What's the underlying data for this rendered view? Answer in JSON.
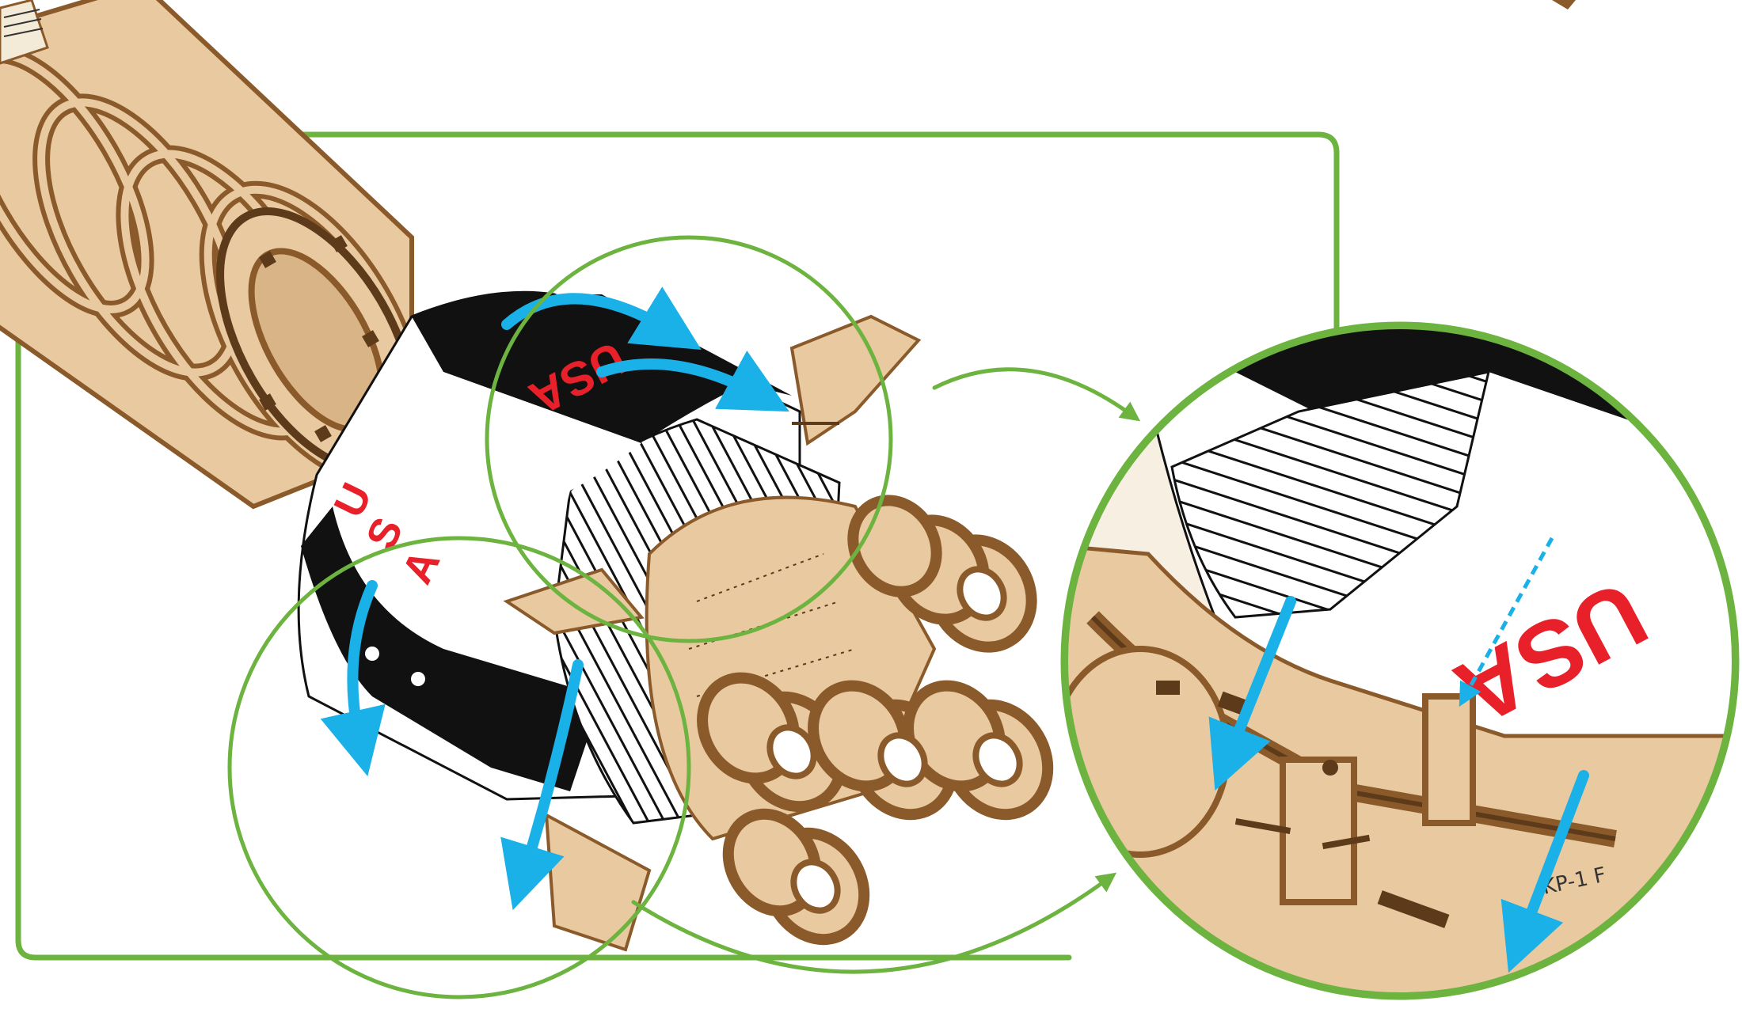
{
  "diagram": {
    "label_usa": "USA",
    "label_u": "U",
    "label_s": "S",
    "label_a": "A",
    "part_code": "KP-1 F",
    "colors": {
      "frame": "#6db33f",
      "arrow": "#1ab0e8",
      "plywood": "#e8c9a0",
      "plywood_edge": "#8b5a2b",
      "plywood_dark": "#5c3a1a",
      "black_band": "#111111",
      "white_band": "#ffffff",
      "lettering": "#e8202a"
    }
  }
}
